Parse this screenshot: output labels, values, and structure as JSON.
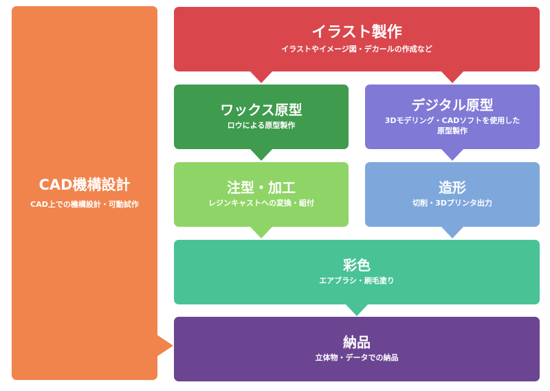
{
  "blocks": {
    "cad": {
      "title": "CAD機構設計",
      "subtitle": "CAD上での機構設計・可動試作",
      "color": "#f0844c"
    },
    "illust": {
      "title": "イラスト製作",
      "subtitle": "イラストやイメージ図・デカールの作成など",
      "color": "#d9474d"
    },
    "wax": {
      "title": "ワックス原型",
      "subtitle": "ロウによる原型製作",
      "color": "#3f9b4d"
    },
    "digital": {
      "title": "デジタル原型",
      "subtitle_line1": "3Dモデリング・CADソフトを使用した",
      "subtitle_line2": "原型製作",
      "color": "#8079d6"
    },
    "cast": {
      "title": "注型・加工",
      "subtitle": "レジンキャストへの変換・組付",
      "color": "#8fd466"
    },
    "shape": {
      "title": "造形",
      "subtitle": "切削・3Dプリンタ出力",
      "color": "#7ea8db"
    },
    "paint": {
      "title": "彩色",
      "subtitle": "エアブラシ・刷毛塗り",
      "color": "#49c296"
    },
    "deliver": {
      "title": "納品",
      "subtitle": "立体物・データでの納品",
      "color": "#6b4592"
    }
  }
}
